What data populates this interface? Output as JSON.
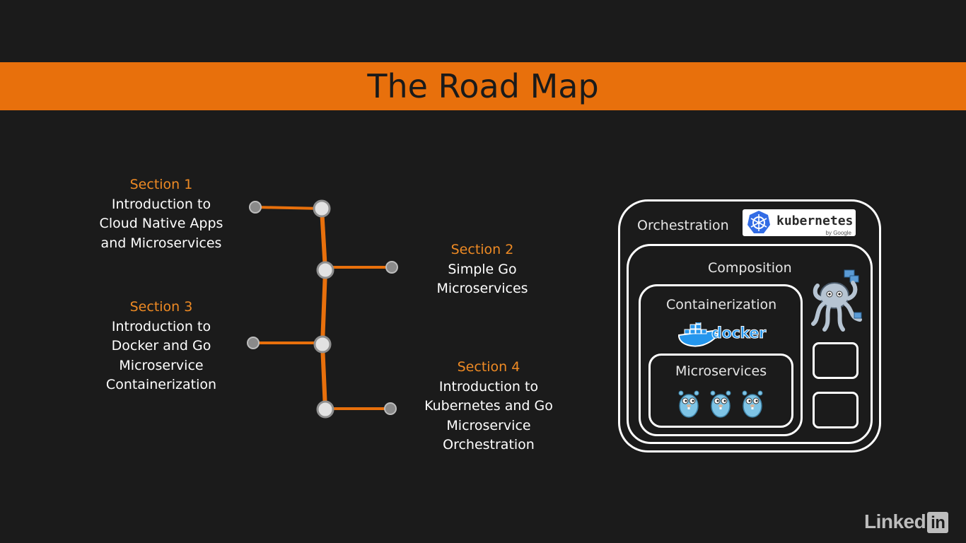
{
  "title": "The Road Map",
  "sections": [
    {
      "title": "Section 1",
      "lines": [
        "Introduction to",
        "Cloud Native Apps",
        "and Microservices"
      ]
    },
    {
      "title": "Section 2",
      "lines": [
        "Simple Go",
        "Microservices"
      ]
    },
    {
      "title": "Section 3",
      "lines": [
        "Introduction to",
        "Docker and Go",
        "Microservice",
        "Containerization"
      ]
    },
    {
      "title": "Section 4",
      "lines": [
        "Introduction to",
        "Kubernetes and Go",
        "Microservice",
        "Orchestration"
      ]
    }
  ],
  "layers": {
    "orchestration": "Orchestration",
    "composition": "Composition",
    "containerization": "Containerization",
    "microservices": "Microservices"
  },
  "logos": {
    "kubernetes": "kubernetes",
    "kubernetes_by": "by Google",
    "docker": "docker",
    "brand": "Linked",
    "brand_box": "in"
  },
  "colors": {
    "accent": "#e8700c",
    "section_title": "#ee8a24",
    "background": "#1b1b1b",
    "gopher": "#7ec4e6",
    "docker": "#2496ed",
    "kubernetes": "#326ce5"
  }
}
